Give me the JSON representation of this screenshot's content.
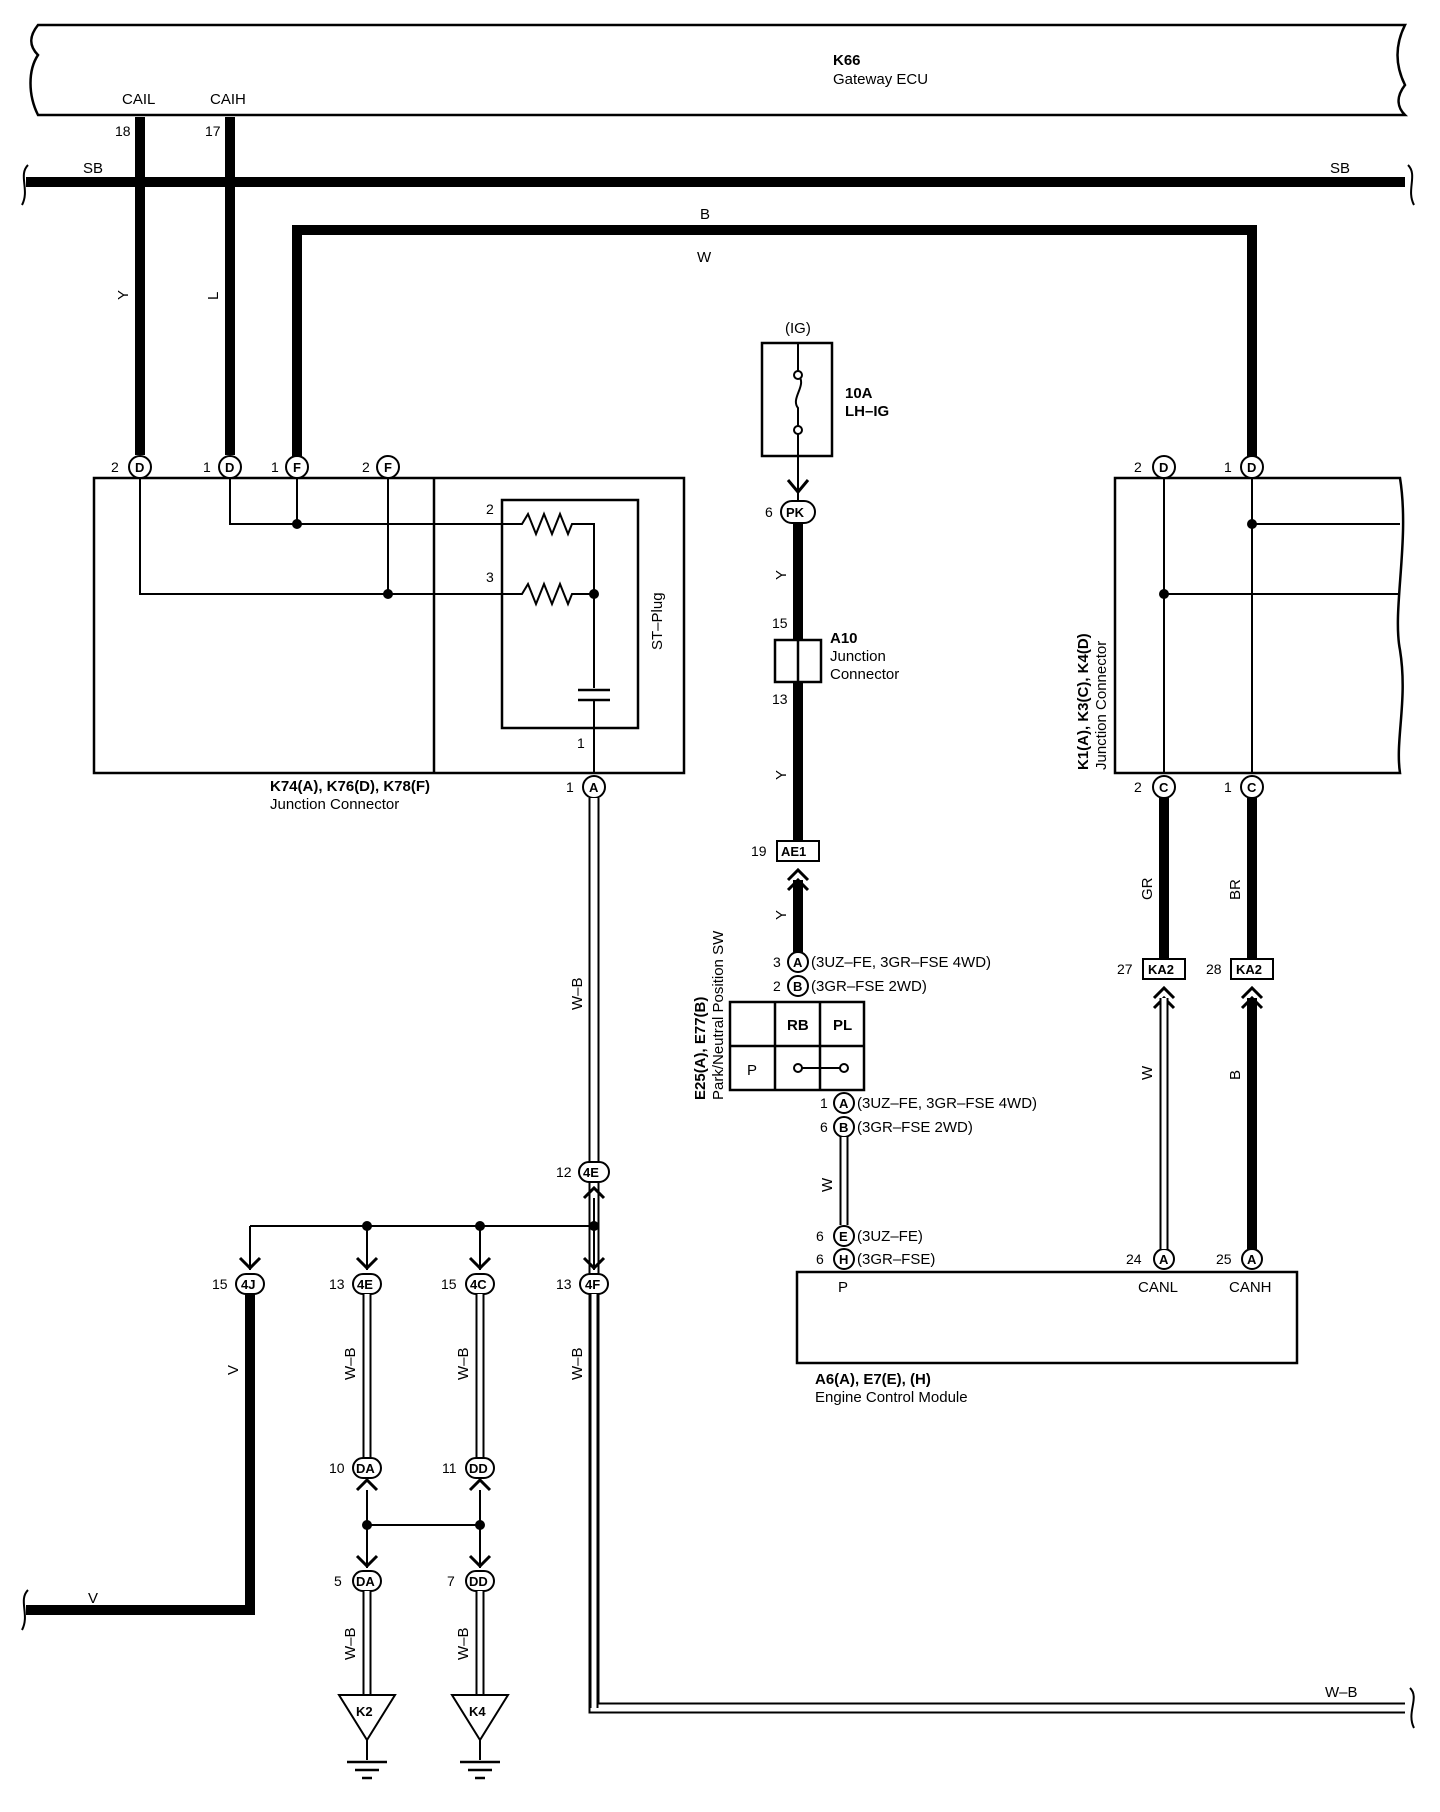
{
  "ecu_gateway": {
    "code": "K66",
    "name": "Gateway ECU",
    "pin_cail": "CAIL",
    "pin_caih": "CAIH",
    "pin18": "18",
    "pin17": "17"
  },
  "wires": {
    "sb_left": "SB",
    "sb_right": "SB",
    "b_top": "B",
    "w_top": "W",
    "y_left": "Y",
    "l_left": "L",
    "y1": "Y",
    "y2": "Y",
    "y3": "Y",
    "w_b_main": "W–B",
    "w_mid": "W",
    "gr": "GR",
    "br": "BR",
    "w_right": "W",
    "b_right": "B",
    "v_vert": "V",
    "v_horiz": "V",
    "w_b_4e": "W–B",
    "w_b_4c": "W–B",
    "w_b_4f": "W–B",
    "w_b_da": "W–B",
    "w_b_dd": "W–B",
    "w_b_bottom": "W–B"
  },
  "fuse": {
    "source": "(IG)",
    "rating": "10A",
    "name": "LH–IG"
  },
  "jc_left": {
    "title": "K74(A), K76(D), K78(F)",
    "subtitle": "Junction Connector",
    "plug": "ST–Plug",
    "p2D": "2",
    "p1D": "1",
    "p1F": "1",
    "p2F": "2",
    "c_D1": "D",
    "c_D2": "D",
    "c_F1": "F",
    "c_F2": "F",
    "r2": "2",
    "r3": "3",
    "cap1": "1",
    "out_pin": "1",
    "out_conn": "A"
  },
  "jc_right": {
    "title": "K1(A), K3(C), K4(D)",
    "subtitle": "Junction Connector",
    "p2D": "2",
    "p1D": "1",
    "p2C": "2",
    "p1C": "1",
    "cD": "D",
    "cC": "C"
  },
  "a10": {
    "code": "A10",
    "line1": "Junction",
    "line2": "Connector",
    "pin15": "15",
    "pin13": "13"
  },
  "pk": {
    "pin": "6",
    "conn": "PK"
  },
  "ae1": {
    "pin": "19",
    "conn": "AE1"
  },
  "ka2": {
    "pinL": "27",
    "pinR": "28",
    "conn": "KA2"
  },
  "pnp": {
    "title": "E25(A), E77(B)",
    "subtitle": "Park/Neutral Position SW",
    "rb": "RB",
    "pl": "PL",
    "p": "P",
    "t_pin3": "3",
    "t_pin2": "2",
    "t_A": "A",
    "t_B": "B",
    "t_note_a": "(3UZ–FE, 3GR–FSE 4WD)",
    "t_note_b": "(3GR–FSE 2WD)",
    "b_pin1": "1",
    "b_pin6": "6",
    "b_note_a": "(3UZ–FE, 3GR–FSE 4WD)",
    "b_note_b": "(3GR–FSE 2WD)"
  },
  "ecm": {
    "title": "A6(A), E7(E), (H)",
    "subtitle": "Engine Control Module",
    "p": "P",
    "canl": "CANL",
    "canh": "CANH",
    "pin6e": "6",
    "pin6h": "6",
    "conn_e": "E",
    "conn_h": "H",
    "note_e": "(3UZ–FE)",
    "note_h": "(3GR–FSE)",
    "pin24": "24",
    "pin25": "25",
    "conn_a": "A"
  },
  "lower": {
    "p12": "12",
    "c4E_top": "4E",
    "p15a": "15",
    "c4J": "4J",
    "p13a": "13",
    "c4E": "4E",
    "p15b": "15",
    "c4C": "4C",
    "p13b": "13",
    "c4F": "4F",
    "p10": "10",
    "cDA1": "DA",
    "p11": "11",
    "cDD1": "DD",
    "p5": "5",
    "cDA2": "DA",
    "p7": "7",
    "cDD2": "DD",
    "gK2": "K2",
    "gK4": "K4"
  }
}
